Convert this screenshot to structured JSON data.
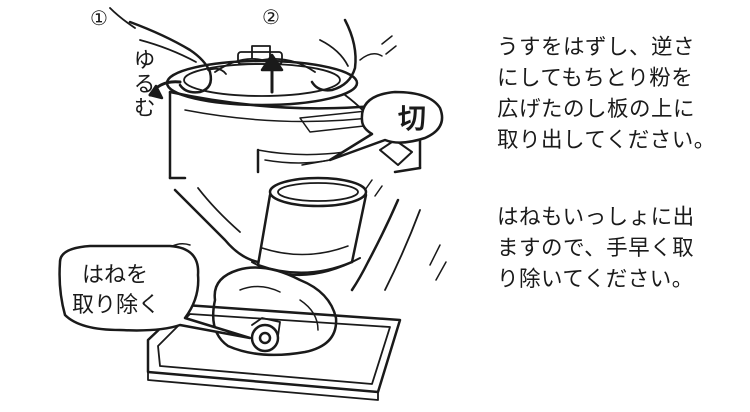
{
  "illustration": {
    "step_markers": [
      "①",
      "②"
    ],
    "twist_label": "ゆるむ",
    "switch_label": "切",
    "callout_lines": [
      "はねを",
      "取り除く"
    ]
  },
  "instructions": {
    "paragraph1_lines": [
      "うすをはずし、逆さ",
      "にしてもちとり粉を",
      "広げたのし板の上に",
      "取り出してください。"
    ],
    "paragraph2_lines": [
      "はねもいっしょに出",
      "ますので、手早く取",
      "り除いてください。"
    ]
  }
}
